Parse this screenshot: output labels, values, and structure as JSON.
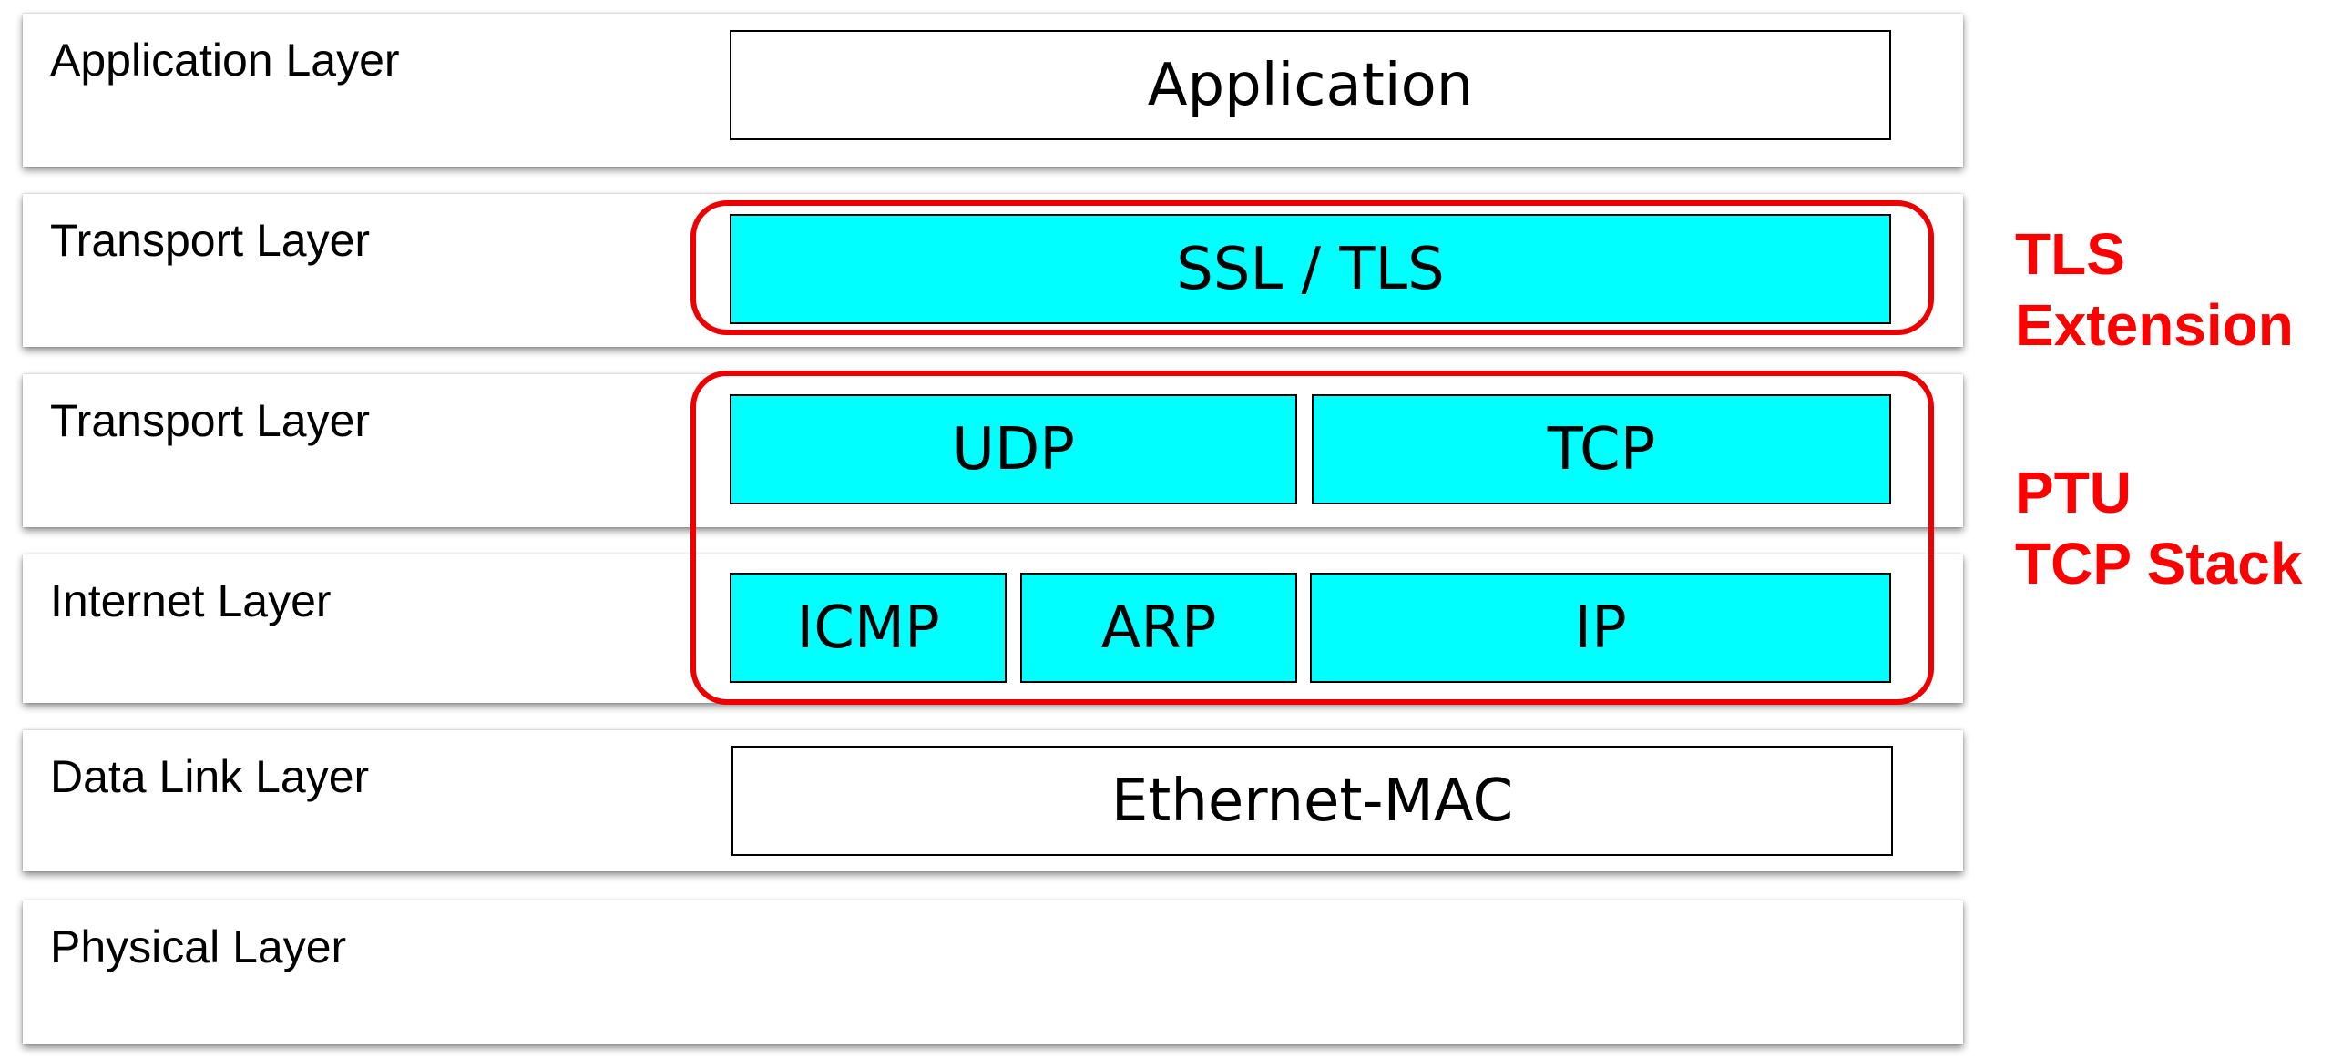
{
  "layers": {
    "application": "Application Layer",
    "transport_upper": "Transport Layer",
    "transport_lower": "Transport Layer",
    "internet": "Internet Layer",
    "data_link": "Data Link Layer",
    "physical": "Physical Layer"
  },
  "protocols": {
    "application": "Application",
    "ssl_tls": "SSL / TLS",
    "udp": "UDP",
    "tcp": "TCP",
    "icmp": "ICMP",
    "arp": "ARP",
    "ip": "IP",
    "ethernet_mac": "Ethernet-MAC"
  },
  "annotations": {
    "tls_extension": [
      "TLS",
      "Extension"
    ],
    "ptu_tcp_stack": [
      "PTU",
      "TCP Stack"
    ]
  },
  "colors": {
    "highlight": "#ee0000",
    "annotation_text": "#ff0000",
    "protocol_fill": "#00ffff"
  }
}
